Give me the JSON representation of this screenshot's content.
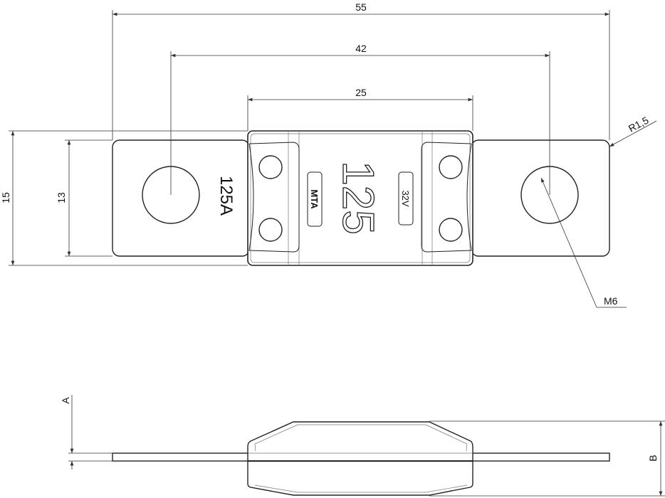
{
  "title": "MTA MIDI fuse 125A dimensional drawing",
  "dimensions": {
    "overall_length": "55",
    "hole_spacing": "42",
    "body_width": "25",
    "body_height": "15",
    "tab_height": "13",
    "corner_radius": "R1,5",
    "hole_size": "M6",
    "thickness_label": "A",
    "body_thickness_label": "B"
  },
  "markings": {
    "tab_rating": "125A",
    "body_rating": "125",
    "brand": "MTA",
    "voltage": "32V"
  }
}
